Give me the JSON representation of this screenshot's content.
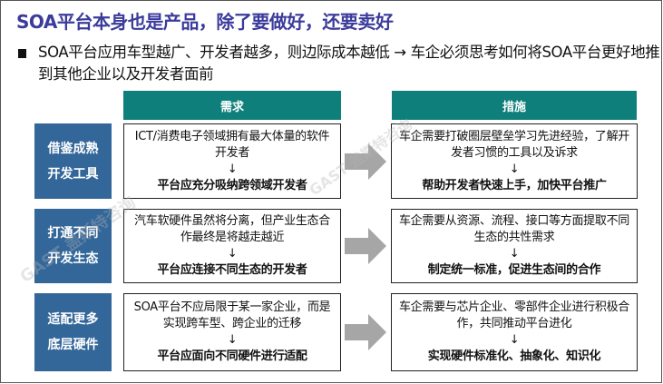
{
  "title": "SOA平台本身也是产品，除了要做好，还要卖好",
  "bullet": "SOA平台应用车型越广、开发者越多，则边际成本越低 → 车企必须思考如何将SOA平台更好地推到其他企业以及开发者面前",
  "headers": {
    "demand": "需求",
    "measures": "措施"
  },
  "rows": [
    {
      "label1": "借鉴成熟",
      "label2": "开发工具",
      "demand_text": "ICT/消费电子领域拥有最大体量的软件开发者",
      "demand_result": "平台应充分吸纳跨领域开发者",
      "measure_text": "车企需要打破圈层壁垒学习先进经验，了解开发者习惯的工具以及诉求",
      "measure_result": "帮助开发者快速上手，加快平台推广"
    },
    {
      "label1": "打通不同",
      "label2": "开发生态",
      "demand_text": "汽车软硬件虽然将分离，但产业生态合作最终是将越走越近",
      "demand_result": "平台应连接不同生态的开发者",
      "measure_text": "车企需要从资源、流程、接口等方面提取不同生态的共性需求",
      "measure_result": "制定统一标准，促进生态间的合作"
    },
    {
      "label1": "适配更多",
      "label2": "底层硬件",
      "demand_text": "SOA平台不应局限于某一家企业，而是实现跨车型、跨企业的迁移",
      "demand_result": "平台应面向不同硬件进行适配",
      "measure_text": "车企需要与芯片企业、零部件企业进行积极合作，共同推动平台进化",
      "measure_result": "实现硬件标准化、抽象化、知识化"
    }
  ],
  "down_arrow": "↓",
  "watermark": "GAST 盖斯特咨询",
  "colors": {
    "title": "#3b3b9c",
    "header": "#0e7f7a",
    "label": "#336699",
    "arrow": "#a6a6a6"
  }
}
